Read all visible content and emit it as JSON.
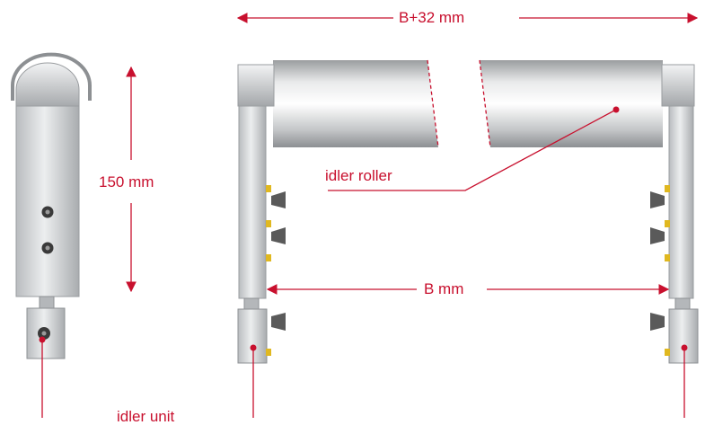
{
  "labels": {
    "overall_width": "B+32 mm",
    "height": "150 mm",
    "inner_width": "B mm",
    "roller": "idler roller",
    "unit": "idler unit"
  },
  "colors": {
    "accent": "#c8102e",
    "metal_light": "#e2e4e6",
    "metal_mid": "#b8bbbe",
    "metal_dark": "#8a8d90",
    "bolt": "#3a3a3a",
    "knob": "#5a5a5a",
    "screw_head": "#e0b820"
  }
}
